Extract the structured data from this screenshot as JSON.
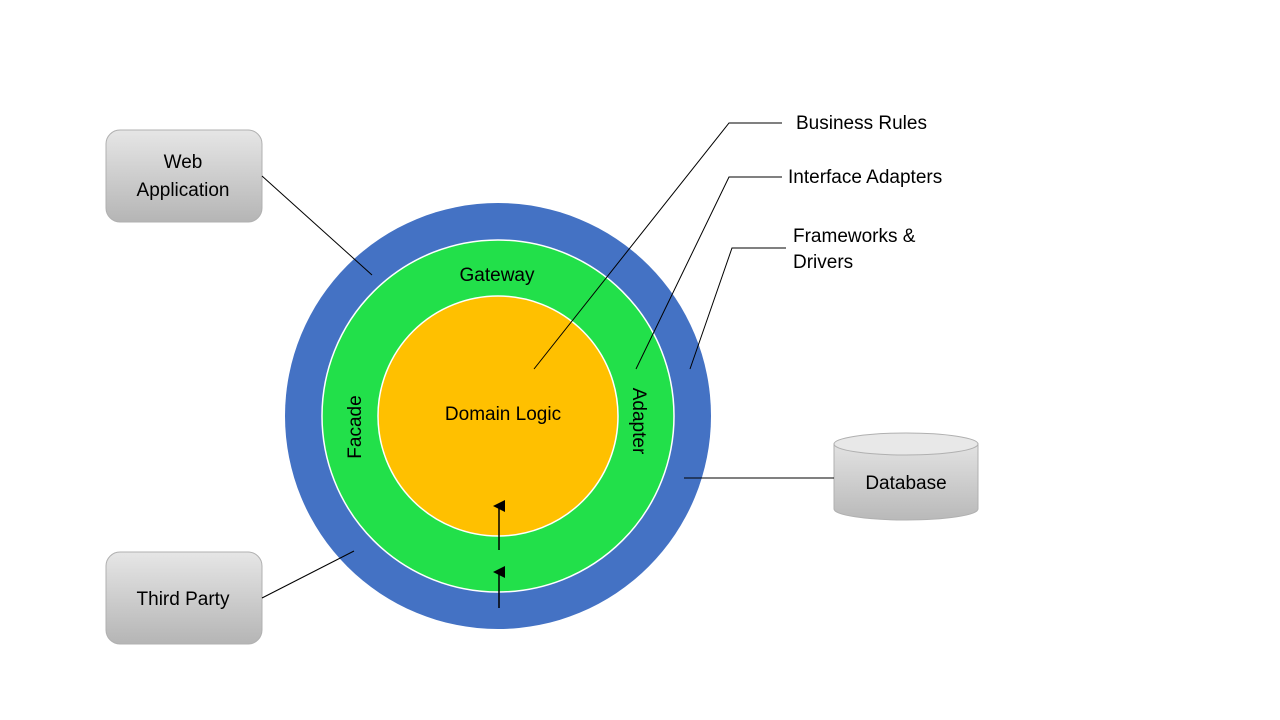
{
  "boxes": {
    "web_application": {
      "line1": "Web",
      "line2": "Application"
    },
    "third_party": "Third Party",
    "database": "Database"
  },
  "rings": {
    "outer_color": "#4472C4",
    "middle_color": "#22E04A",
    "inner_color": "#FFC000",
    "gateway": "Gateway",
    "facade": "Facade",
    "adapter": "Adapter",
    "domain_logic": "Domain Logic"
  },
  "callouts": {
    "business_rules": "Business Rules",
    "interface_adapters": "Interface Adapters",
    "frameworks_drivers": {
      "line1": "Frameworks &",
      "line2": "Drivers"
    }
  }
}
